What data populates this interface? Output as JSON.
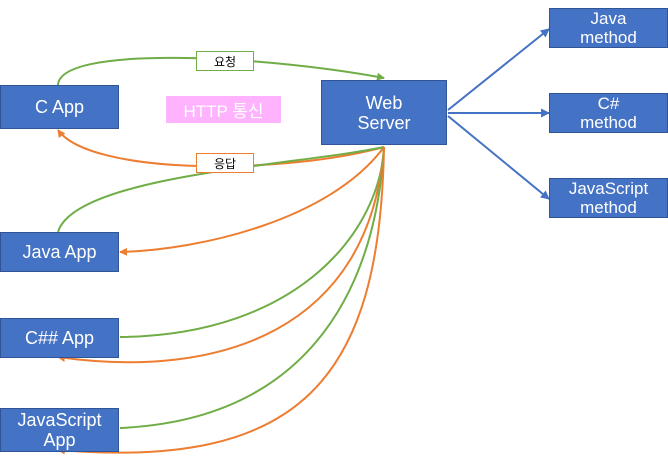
{
  "nodes": {
    "c_app": "C App",
    "java_app": "Java App",
    "csharp_app": "C## App",
    "javascript_app": "JavaScript\nApp",
    "web_server": "Web\nServer",
    "java_method": "Java\nmethod",
    "csharp_method": "C#\nmethod",
    "javascript_method": "JavaScript\nmethod"
  },
  "labels": {
    "request": "요청",
    "response": "응답",
    "http": "HTTP 통신"
  },
  "colors": {
    "box_fill": "#4472c4",
    "request_arrow": "#70ad47",
    "response_arrow": "#ed7d31",
    "method_arrow": "#4472c4",
    "http_label_bg": "#ffb3ff"
  }
}
